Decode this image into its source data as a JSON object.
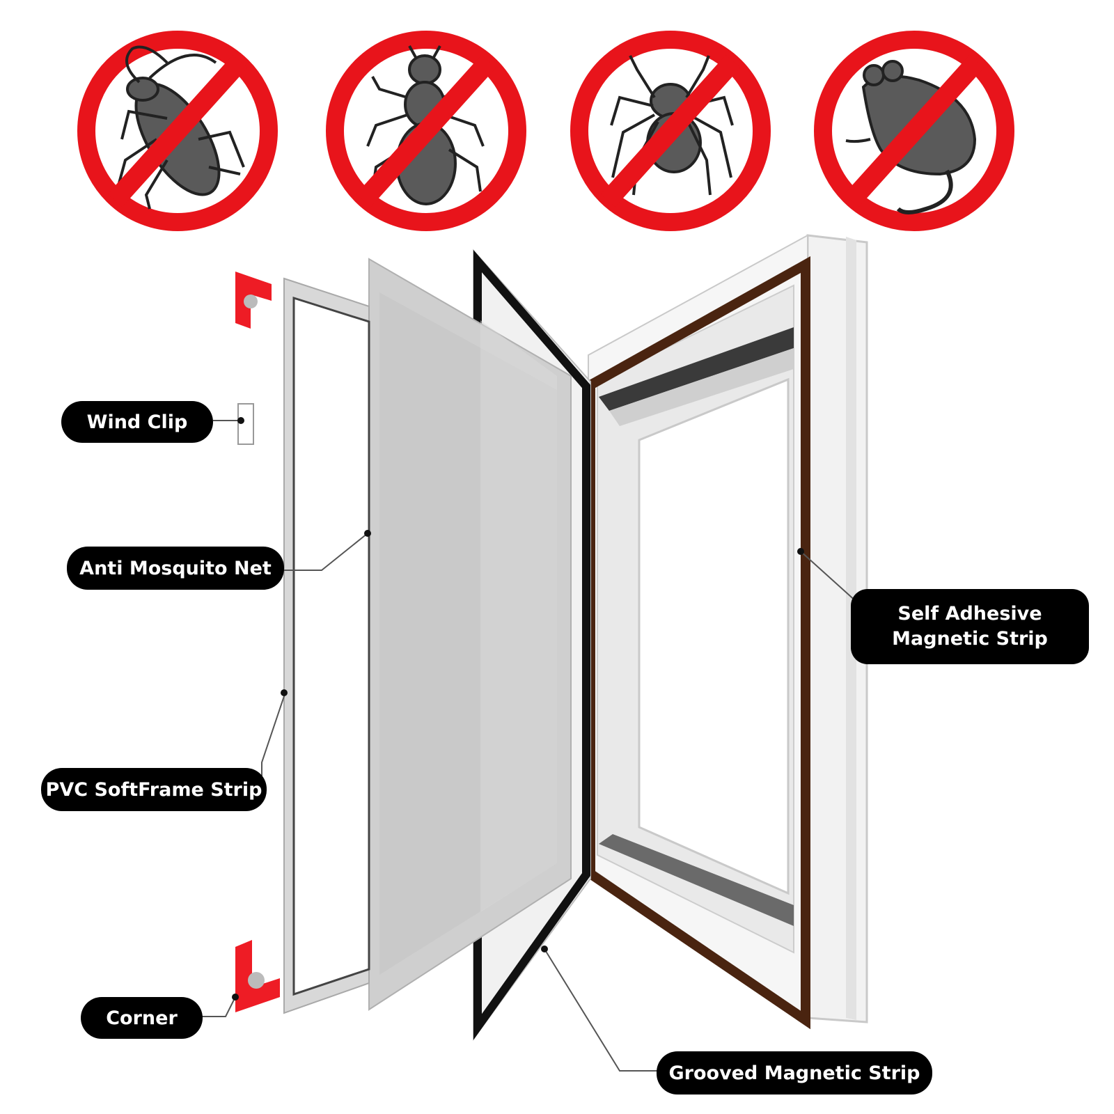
{
  "colors": {
    "prohibition_red": "#e8141b",
    "critter_gray": "#5a5a5a",
    "magnet_brown": "#4a2410",
    "frame_black": "#111111",
    "corner_red": "#ee1c25",
    "label_bg": "#000000",
    "label_text": "#ffffff"
  },
  "prohibited_icons": [
    {
      "name": "cockroach-icon"
    },
    {
      "name": "ant-icon"
    },
    {
      "name": "spider-icon"
    },
    {
      "name": "mouse-icon"
    }
  ],
  "labels": {
    "wind_clip": "Wind Clip",
    "anti_mosquito_net": "Anti Mosquito Net",
    "pvc_softframe_strip": "PVC SoftFrame Strip",
    "corner": "Corner",
    "self_adhesive_line1": "Self Adhesive",
    "self_adhesive_line2": "Magnetic Strip",
    "grooved_magnetic_strip": "Grooved Magnetic Strip"
  }
}
